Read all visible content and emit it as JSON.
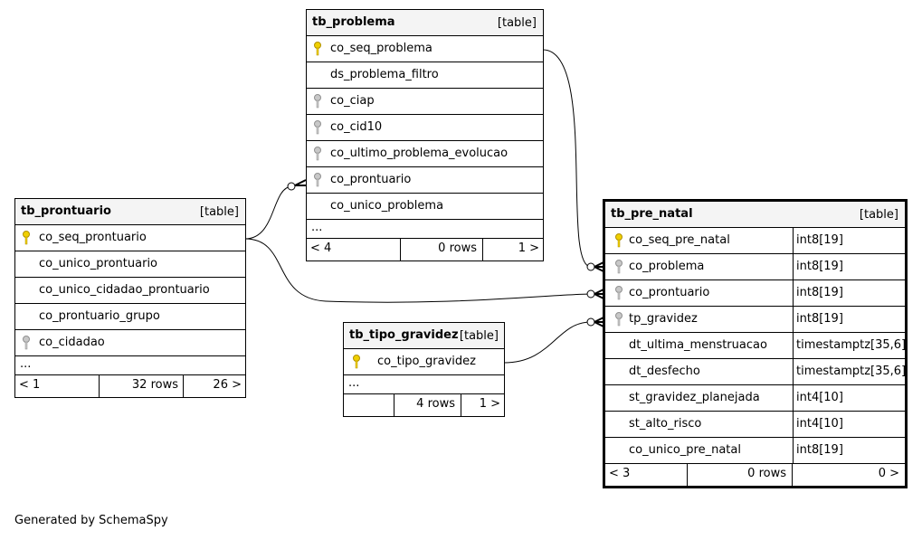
{
  "tb_problema": {
    "name": "tb_problema",
    "kind": "[table]",
    "columns": [
      "co_seq_problema",
      "ds_problema_filtro",
      "co_ciap",
      "co_cid10",
      "co_ultimo_problema_evolucao",
      "co_prontuario",
      "co_unico_problema"
    ],
    "more": "...",
    "footer": [
      "< 4",
      "0 rows",
      "1 >"
    ]
  },
  "tb_prontuario": {
    "name": "tb_prontuario",
    "kind": "[table]",
    "columns": [
      "co_seq_prontuario",
      "co_unico_prontuario",
      "co_unico_cidadao_prontuario",
      "co_prontuario_grupo",
      "co_cidadao"
    ],
    "more": "...",
    "footer": [
      "< 1",
      "32 rows",
      "26 >"
    ]
  },
  "tb_tipo_gravidez": {
    "name": "tb_tipo_gravidez",
    "kind": "[table]",
    "columns": [
      "co_tipo_gravidez"
    ],
    "more": "...",
    "footer": [
      "",
      "4 rows",
      "1 >"
    ]
  },
  "tb_pre_natal": {
    "name": "tb_pre_natal",
    "kind": "[table]",
    "columns": [
      {
        "name": "co_seq_pre_natal",
        "type": "int8[19]"
      },
      {
        "name": "co_problema",
        "type": "int8[19]"
      },
      {
        "name": "co_prontuario",
        "type": "int8[19]"
      },
      {
        "name": "tp_gravidez",
        "type": "int8[19]"
      },
      {
        "name": "dt_ultima_menstruacao",
        "type": "timestamptz[35,6]"
      },
      {
        "name": "dt_desfecho",
        "type": "timestamptz[35,6]"
      },
      {
        "name": "st_gravidez_planejada",
        "type": "int4[10]"
      },
      {
        "name": "st_alto_risco",
        "type": "int4[10]"
      },
      {
        "name": "co_unico_pre_natal",
        "type": "int8[19]"
      }
    ],
    "footer": [
      "< 3",
      "0 rows",
      "0 >"
    ]
  },
  "footer_note": "Generated by SchemaSpy",
  "colors": {
    "primary_key": "#f0d000",
    "foreign_key": "#a8a8a8",
    "header_bg": "#f4f4f4"
  }
}
